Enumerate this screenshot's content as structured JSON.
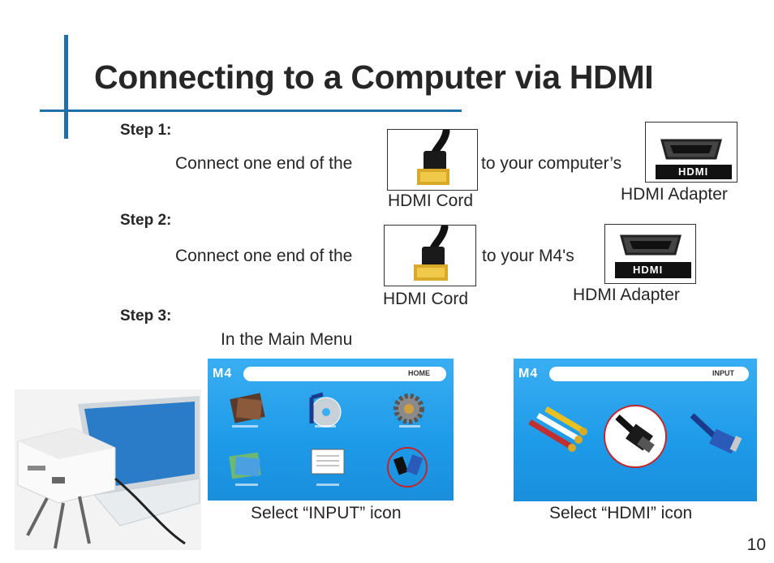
{
  "page": {
    "title": "Connecting to a Computer via HDMI",
    "page_number": "10"
  },
  "steps": [
    {
      "label": "Step 1:",
      "text_before": "Connect one end of the",
      "text_after": "to your computer’s",
      "cord_caption": "HDMI Cord",
      "adapter_caption": "HDMI Adapter",
      "adapter_logo": "HDMI"
    },
    {
      "label": "Step 2:",
      "text_before": "Connect one end of the",
      "text_after": "to your M4's",
      "cord_caption": "HDMI Cord",
      "adapter_caption": "HDMI Adapter",
      "adapter_logo": "HDMI"
    },
    {
      "label": "Step 3:",
      "text": "In the Main Menu"
    }
  ],
  "screens": {
    "home": {
      "brand": "M4",
      "label": "HOME",
      "caption": "Select “INPUT” icon"
    },
    "input": {
      "brand": "M4",
      "label": "INPUT",
      "caption": "Select “HDMI” icon"
    }
  },
  "colors": {
    "accent": "#1f6fa8",
    "screen": "#1d9ae8"
  }
}
